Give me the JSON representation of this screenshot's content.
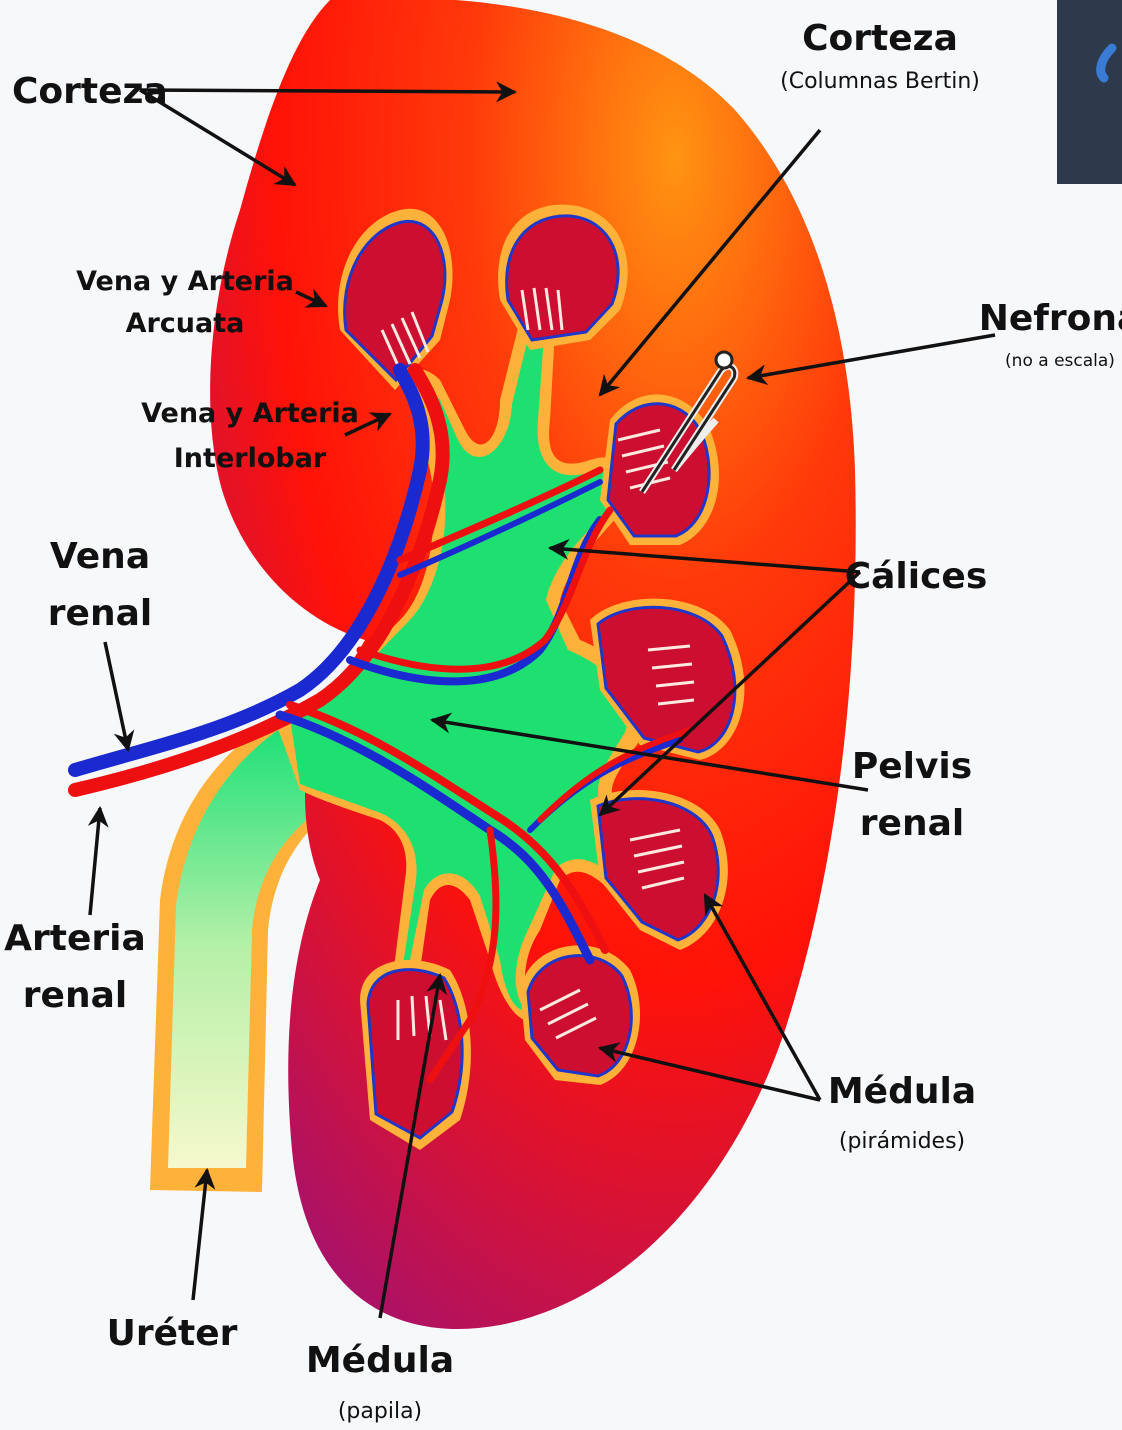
{
  "colors": {
    "background": "#f7f8fa",
    "cortex_light": "#ff8a10",
    "cortex_red": "#ff1a0a",
    "cortex_dark": "#a8126a",
    "medulla": "#cc0f30",
    "calyx_green": "#19e06a",
    "ureter_light": "#f4f7c0",
    "outline_orange": "#ffb23a",
    "vein_blue": "#1a2ad0",
    "artery_red": "#ee1010",
    "corner_badge": "#2c3a4c",
    "corner_glyph": "#3a7bd5"
  },
  "labels": {
    "corteza_top": "Corteza",
    "corteza_bertin_title": "Corteza",
    "corteza_bertin_sub": "(Columnas Bertin)",
    "arcuata_line1": "Vena y Arteria",
    "arcuata_line2": "Arcuata",
    "interlobar_line1": "Vena y Arteria",
    "interlobar_line2": "Interlobar",
    "nefrona_title": "Nefrona",
    "nefrona_sub": "(no a escala)",
    "calices": "Cálices",
    "vena_line1": "Vena",
    "vena_line2": "renal",
    "pelvis_line1": "Pelvis",
    "pelvis_line2": "renal",
    "arteria_line1": "Arteria",
    "arteria_line2": "renal",
    "medula_piramides_title": "Médula",
    "medula_piramides_sub": "(pirámides)",
    "ureter": "Uréter",
    "medula_papila_title": "Médula",
    "medula_papila_sub": "(papila)"
  },
  "icons": {
    "corner": "quote-mark-icon"
  }
}
